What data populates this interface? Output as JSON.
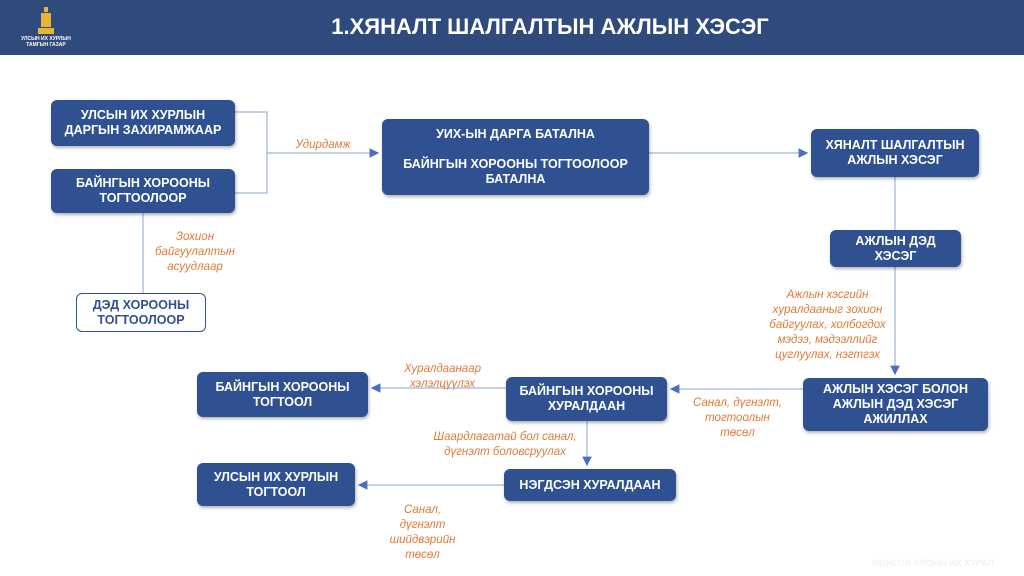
{
  "header": {
    "title": "1.ХЯНАЛТ ШАЛГАЛТЫН АЖЛЫН ХЭСЭГ",
    "logo_text": "УЛСЫН ИХ ХУРЛЫН\nТАМГЫН ГАЗАР"
  },
  "boxes": {
    "b1": "УЛСЫН ИХ ХУРЛЫН\nДАРГЫН ЗАХИРАМЖААР",
    "b2": "БАЙНГЫН ХОРООНЫ\nТОГТООЛООР",
    "b3": "ДЭД ХОРООНЫ\nТОГТООЛООР",
    "b4": "УИХ-ЫН ДАРГА БАТАЛНА\n\nБАЙНГЫН ХОРООНЫ ТОГТООЛООР\nБАТАЛНА",
    "b5": "ХЯНАЛТ ШАЛГАЛТЫН\nАЖЛЫН ХЭСЭГ",
    "b6": "АЖЛЫН ДЭД\nХЭСЭГ",
    "b7": "АЖЛЫН ХЭСЭГ БОЛОН\nАЖЛЫН ДЭД ХЭСЭГ\nАЖИЛЛАХ",
    "b8": "БАЙНГЫН ХОРООНЫ\nХУРАЛДААН",
    "b9": "БАЙНГЫН ХОРООНЫ\nТОГТООЛ",
    "b10": "НЭГДСЭН ХУРАЛДААН",
    "b11": "УЛСЫН ИХ ХУРЛЫН\nТОГТООЛ"
  },
  "labels": {
    "l1": "Удирдамж",
    "l2": "Зохион\nбайгуулалтын\nасуудлаар",
    "l3": "Ажлын хэсгийн\nхуралдааныг зохион\nбайгуулах, холбогдох\nмэдээ, мэдээллийг\nцуглуулах, нэгтгэх",
    "l4": "Санал, дүгнэлт,\nтогтоолын\nтөсөл",
    "l5": "Хуралдаанаар\nхэлэлцүүлэх",
    "l6": "Шаардлагатай бол санал,\nдүгнэлт боловсруулах",
    "l7": "Санал,\nдүгнэлт\nшийдвэрийн\nтөсөл"
  },
  "watermark": "МОНГОЛ УЛСЫН ИХ ХУРАЛ"
}
